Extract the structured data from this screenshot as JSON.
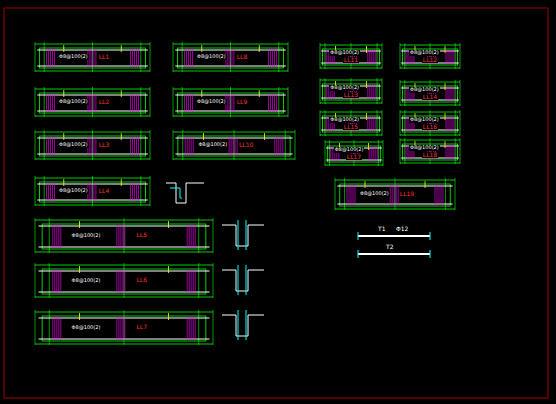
{
  "diagram": {
    "nodes": [
      {
        "text": [
          "Φ8@100(2)",
          "LL1"
        ]
      },
      {
        "text": [
          "Φ8@100(2)",
          "LL2"
        ]
      },
      {
        "text": [
          "Φ8@100(2)",
          "LL3"
        ]
      },
      {
        "text": [
          "Φ8@100(2)",
          "LL4"
        ]
      },
      {
        "text": [
          "Φ8@100(2)",
          "LL5"
        ]
      },
      {
        "text": [
          "Φ8@100(2)",
          "LL6"
        ]
      },
      {
        "text": [
          "Φ8@100(2)",
          "LL7"
        ]
      },
      {
        "text": [
          "Φ8@100(2)",
          "LL8"
        ]
      },
      {
        "text": [
          "Φ8@100(2)",
          "LL9"
        ]
      },
      {
        "text": [
          "Φ8@100(2)",
          "LL10"
        ]
      },
      {
        "text": [
          "Φ8@100(2)",
          "LL11"
        ]
      },
      {
        "text": [
          "Φ8@100(2)",
          "LL12"
        ]
      },
      {
        "text": [
          "Φ8@100(2)",
          "LL13"
        ]
      },
      {
        "text": [
          "Φ8@100(2)",
          "LL14"
        ]
      },
      {
        "text": [
          "Φ8@100(2)",
          "LL15"
        ]
      },
      {
        "text": [
          "Φ8@100(2)",
          "LL16"
        ]
      },
      {
        "text": [
          "Φ8@100(2)",
          "LL17"
        ]
      },
      {
        "text": [
          "Φ8@100(2)",
          "LL18"
        ]
      },
      {
        "text": [
          "Φ8@100(2)",
          "LL19"
        ]
      }
    ],
    "labels": [
      "T1",
      "Φ12",
      "T2"
    ]
  }
}
